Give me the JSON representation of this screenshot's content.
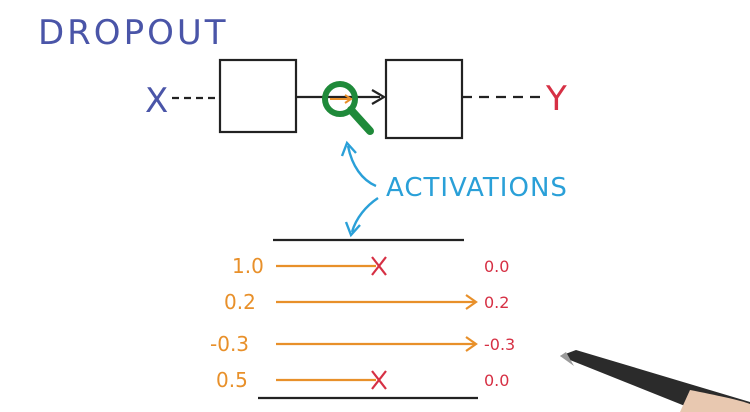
{
  "title": "DROPOUT",
  "input_label": "X",
  "output_label": "Y",
  "annotation": "ACTIVATIONS",
  "rows": [
    {
      "in": "1.0",
      "out": "0.0",
      "dropped": true
    },
    {
      "in": "0.2",
      "out": "0.2",
      "dropped": false
    },
    {
      "in": "-0.3",
      "out": "-0.3",
      "dropped": false
    },
    {
      "in": "0.5",
      "out": "0.0",
      "dropped": true
    }
  ],
  "colors": {
    "title": "#4a55a8",
    "input": "#4a55a8",
    "output": "#d63044",
    "annotation": "#2aa0d8",
    "activation_in": "#e8902a",
    "activation_out": "#d63044",
    "drop_mark": "#d63044",
    "magnifier": "#1f8a3a",
    "box": "#222222"
  },
  "icons": [
    "magnifier-icon",
    "pen-icon"
  ]
}
